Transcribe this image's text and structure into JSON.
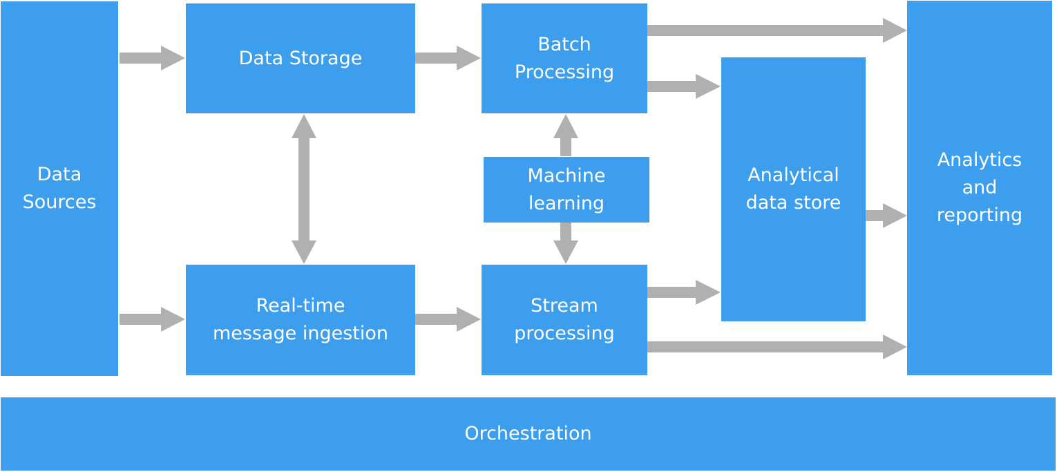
{
  "colors": {
    "box_fill": "#3c9eec",
    "box_text": "#ffffff",
    "arrow": "#b0b0b0"
  },
  "nodes": {
    "data_sources": "Data\nSources",
    "data_storage": "Data Storage",
    "realtime_ingestion": "Real-time\nmessage ingestion",
    "batch_processing": "Batch\nProcessing",
    "machine_learning": "Machine\nlearning",
    "stream_processing": "Stream\nprocessing",
    "analytical_store": "Analytical\ndata store",
    "analytics_reporting": "Analytics\nand\nreporting",
    "orchestration": "Orchestration"
  },
  "edges": [
    {
      "from": "Data Sources",
      "to": "Data Storage"
    },
    {
      "from": "Data Sources",
      "to": "Real-time message ingestion"
    },
    {
      "from": "Data Storage",
      "to": "Real-time message ingestion",
      "bidirectional": true
    },
    {
      "from": "Data Storage",
      "to": "Batch Processing"
    },
    {
      "from": "Real-time message ingestion",
      "to": "Stream processing"
    },
    {
      "from": "Machine learning",
      "to": "Batch Processing"
    },
    {
      "from": "Machine learning",
      "to": "Stream processing"
    },
    {
      "from": "Batch Processing",
      "to": "Analytics and reporting"
    },
    {
      "from": "Batch Processing",
      "to": "Analytical data store"
    },
    {
      "from": "Stream processing",
      "to": "Analytical data store"
    },
    {
      "from": "Stream processing",
      "to": "Analytics and reporting"
    },
    {
      "from": "Analytical data store",
      "to": "Analytics and reporting"
    }
  ]
}
